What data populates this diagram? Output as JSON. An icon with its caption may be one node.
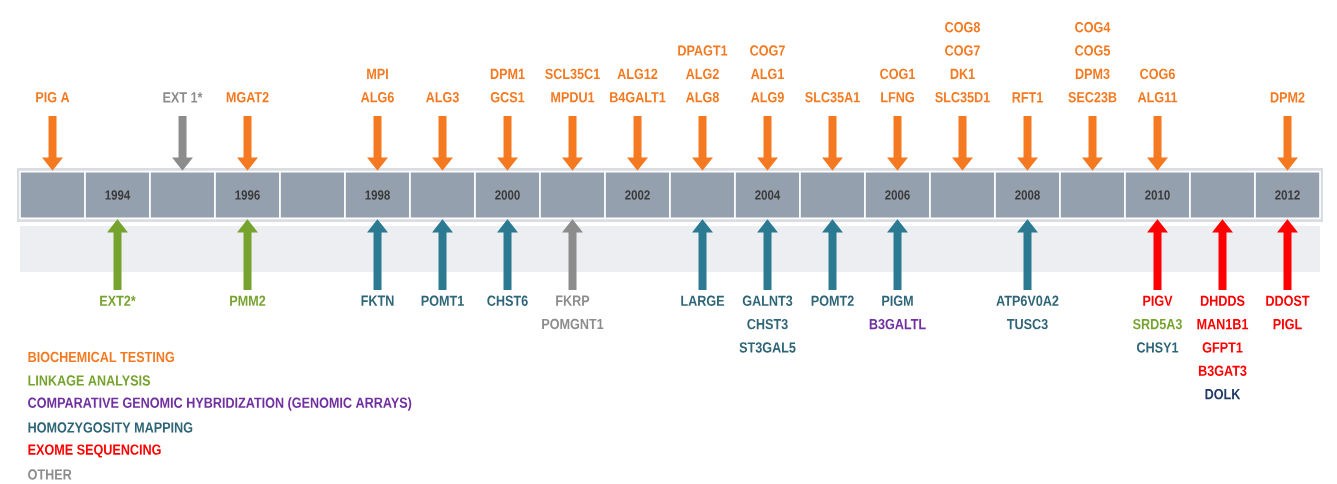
{
  "diagram": {
    "nodes": [
      {
        "text": [],
        "shape": "box"
      },
      {
        "text": [
          "1994"
        ]
      },
      {
        "text": [],
        "shape": "box"
      },
      {
        "text": [
          "1996"
        ]
      },
      {
        "text": [],
        "shape": "box"
      },
      {
        "text": [
          "1998"
        ]
      },
      {
        "text": [],
        "shape": "box"
      },
      {
        "text": [
          "2000"
        ]
      },
      {
        "text": [],
        "shape": "box"
      },
      {
        "text": [
          "2002"
        ]
      },
      {
        "text": [],
        "shape": "box"
      },
      {
        "text": [
          "2004"
        ]
      },
      {
        "text": [],
        "shape": "box"
      },
      {
        "text": [
          "2006"
        ]
      },
      {
        "text": [],
        "shape": "box"
      },
      {
        "text": [
          "2008"
        ]
      },
      {
        "text": [],
        "shape": "box"
      },
      {
        "text": [
          "2010"
        ]
      },
      {
        "text": [],
        "shape": "box"
      },
      {
        "text": [
          "2012"
        ]
      },
      {
        "text": [
          "PIG A"
        ]
      },
      {
        "text": [
          "EXT 1*"
        ]
      },
      {
        "text": [
          "MGAT2"
        ]
      },
      {
        "text": [
          "MPI",
          "ALG6"
        ]
      },
      {
        "text": [
          "ALG3"
        ]
      },
      {
        "text": [
          "DPM1",
          "GCS1"
        ]
      },
      {
        "text": [
          "SCL35C1",
          "MPDU1"
        ]
      },
      {
        "text": [
          "ALG12",
          "B4GALT1"
        ]
      },
      {
        "text": [
          "DPAGT1",
          "ALG2",
          "ALG8"
        ]
      },
      {
        "text": [
          "COG7",
          "ALG1",
          "ALG9"
        ]
      },
      {
        "text": [
          "SLC35A1"
        ]
      },
      {
        "text": [
          "COG1",
          "LFNG"
        ]
      },
      {
        "text": [
          "COG8",
          "COG7",
          "DK1",
          "SLC35D1"
        ]
      },
      {
        "text": [
          "RFT1"
        ]
      },
      {
        "text": [
          "COG4",
          "COG5",
          "DPM3",
          "SEC23B"
        ]
      },
      {
        "text": [
          "COG6",
          "ALG11"
        ]
      },
      {
        "text": [
          "DPM2"
        ]
      },
      {
        "text": [
          "EXT2*"
        ]
      },
      {
        "text": [
          "PMM2"
        ]
      },
      {
        "text": [
          "FKTN"
        ]
      },
      {
        "text": [
          "POMT1"
        ]
      },
      {
        "text": [
          "CHST6"
        ]
      },
      {
        "text": [
          "FKRP",
          "POMGNT1"
        ]
      },
      {
        "text": [
          "LARGE"
        ]
      },
      {
        "text": [
          "GALNT3",
          "CHST3",
          "ST3GAL5"
        ]
      },
      {
        "text": [
          "POMT2"
        ]
      },
      {
        "text": [
          "PIGM",
          "B3GALTL"
        ]
      },
      {
        "text": [
          "ATP6V0A2",
          "TUSC3"
        ]
      },
      {
        "text": [
          "PIGV",
          "SRD5A3",
          "CHSY1"
        ]
      },
      {
        "text": [
          "DHDDS",
          "MAN1B1",
          "GFPT1",
          "B3GAT3",
          "DOLK"
        ]
      },
      {
        "text": [
          "DDOST",
          "PIGL"
        ]
      }
    ],
    "edges": [
      {
        "from": 20,
        "to": 0,
        "arrow": "to"
      },
      {
        "from": 21,
        "to": 2,
        "arrow": "to",
        "color": "#8c8c8c"
      },
      {
        "from": 22,
        "to": 3,
        "arrow": "to"
      },
      {
        "from": 23,
        "to": 5,
        "arrow": "to"
      },
      {
        "from": 24,
        "to": 6,
        "arrow": "to"
      },
      {
        "from": 25,
        "to": 7,
        "arrow": "to"
      },
      {
        "from": 26,
        "to": 8,
        "arrow": "to"
      },
      {
        "from": 27,
        "to": 9,
        "arrow": "to"
      },
      {
        "from": 28,
        "to": 10,
        "arrow": "to"
      },
      {
        "from": 29,
        "to": 11,
        "arrow": "to"
      },
      {
        "from": 30,
        "to": 12,
        "arrow": "to"
      },
      {
        "from": 31,
        "to": 13,
        "arrow": "to"
      },
      {
        "from": 32,
        "to": 14,
        "arrow": "to"
      },
      {
        "from": 33,
        "to": 15,
        "arrow": "to"
      },
      {
        "from": 34,
        "to": 16,
        "arrow": "to"
      },
      {
        "from": 35,
        "to": 17,
        "arrow": "to"
      },
      {
        "from": 36,
        "to": 19,
        "arrow": "to"
      },
      {
        "from": 37,
        "to": 1,
        "arrow": "to",
        "color": "#76a32e"
      },
      {
        "from": 38,
        "to": 3,
        "arrow": "to",
        "color": "#76a32e"
      },
      {
        "from": 39,
        "to": 5,
        "arrow": "to",
        "color": "#2b7a92"
      },
      {
        "from": 40,
        "to": 6,
        "arrow": "to",
        "color": "#2b7a92"
      },
      {
        "from": 41,
        "to": 7,
        "arrow": "to",
        "color": "#2b7a92"
      },
      {
        "from": 42,
        "to": 8,
        "arrow": "to",
        "color": "#8c8c8c"
      },
      {
        "from": 43,
        "to": 10,
        "arrow": "to",
        "color": "#2b7a92"
      },
      {
        "from": 44,
        "to": 11,
        "arrow": "to",
        "color": "#2b7a92"
      },
      {
        "from": 45,
        "to": 12,
        "arrow": "to",
        "color": "#2b7a92"
      },
      {
        "from": 46,
        "to": 13,
        "arrow": "to",
        "color": "#2b7a92"
      },
      {
        "from": 47,
        "to": 15,
        "arrow": "to",
        "color": "#2b7a92"
      },
      {
        "from": 48,
        "to": 17,
        "arrow": "to",
        "color": "#ff0000"
      },
      {
        "from": 49,
        "to": 18,
        "arrow": "to",
        "color": "#ff0000"
      },
      {
        "from": 50,
        "to": 19,
        "arrow": "to",
        "color": "#ff0000"
      }
    ],
    "legend": [
      {
        "text": "BIOCHEMICAL TESTING",
        "color": "#f47920"
      },
      {
        "text": "LINKAGE ANALYSIS",
        "color": "#76a32e"
      },
      {
        "text": "COMPARATIVE GENOMIC HYBRIDIZATION (GENOMIC ARRAYS)",
        "color": "#7030a0"
      },
      {
        "text": "HOMOZYGOSITY MAPPING",
        "color": "#2e6577"
      },
      {
        "text": "EXOME SEQUENCING",
        "color": "#ff0000"
      },
      {
        "text": "OTHER",
        "color": "#8c8c8c"
      }
    ]
  }
}
